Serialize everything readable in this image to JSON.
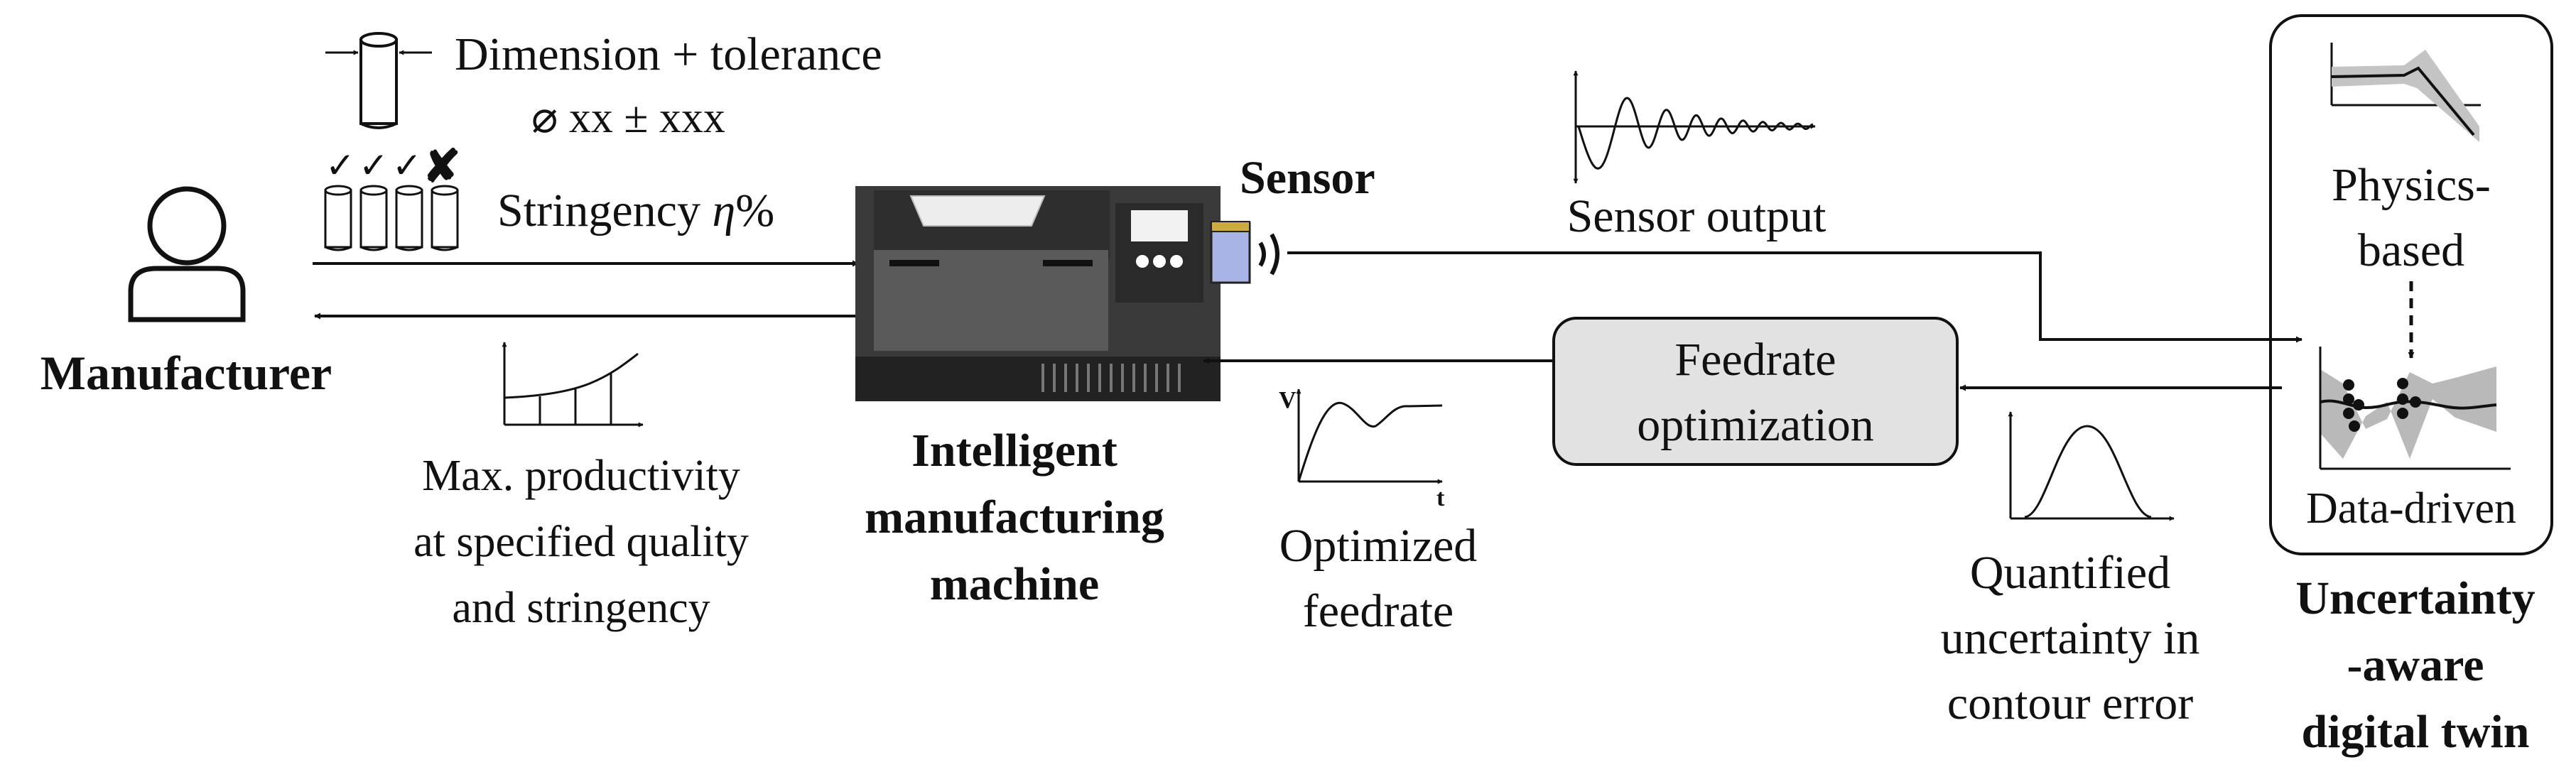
{
  "manufacturer": {
    "label": "Manufacturer"
  },
  "spec": {
    "dimension_label": "Dimension + tolerance",
    "tolerance_value": "⌀ xx ± xxx",
    "stringency_text": "Stringency ",
    "stringency_symbol": "η",
    "stringency_unit": "%",
    "check_marks": [
      "✓",
      "✓",
      "✓"
    ],
    "reject_mark": "✘"
  },
  "productivity": {
    "lines": [
      "Max. productivity",
      "at specified quality",
      "and stringency"
    ]
  },
  "machine": {
    "lines": [
      "Intelligent",
      "manufacturing",
      "machine"
    ],
    "sensor_label": "Sensor"
  },
  "sensor_output": {
    "label": "Sensor output"
  },
  "optimized_feedrate": {
    "lines": [
      "Optimized",
      "feedrate"
    ],
    "axis_y": "V",
    "axis_x": "t"
  },
  "feedrate_box": {
    "lines": [
      "Feedrate",
      "optimization"
    ]
  },
  "uncertainty": {
    "lines": [
      "Quantified",
      "uncertainty in",
      "contour error"
    ]
  },
  "digital_twin": {
    "physics_lines": [
      "Physics-",
      "based"
    ],
    "data_label": "Data-driven",
    "title_lines": [
      "Uncertainty",
      "-aware",
      "digital twin"
    ]
  },
  "colors": {
    "machine_dark": "#3a3a3a",
    "machine_mid": "#555555",
    "machine_base": "#222222",
    "sensor_chip": "#a9b4e6",
    "box_fill": "#e2e2e2",
    "band": "#b9b9b9"
  }
}
